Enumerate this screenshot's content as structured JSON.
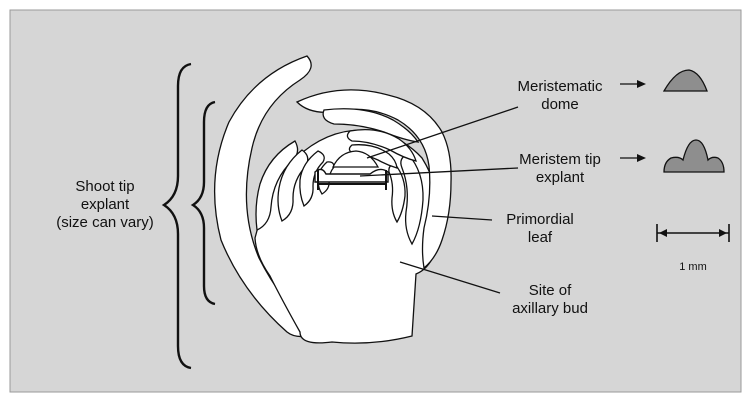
{
  "colors": {
    "background": "#d6d6d6",
    "tissue": "#ffffff",
    "outline": "#111111",
    "explant_fill": "#8e8e8e"
  },
  "labels": {
    "shoot_tip_explant": [
      "Shoot tip",
      "explant",
      "(size can vary)"
    ],
    "meristematic_dome": [
      "Meristematic",
      "dome"
    ],
    "meristem_tip_explant": [
      "Meristem tip",
      "explant"
    ],
    "primordial_leaf": [
      "Primordial",
      "leaf"
    ],
    "site_of_axillary_bud": [
      "Site  of",
      "axillary bud"
    ],
    "scale_bar": "1  mm"
  }
}
